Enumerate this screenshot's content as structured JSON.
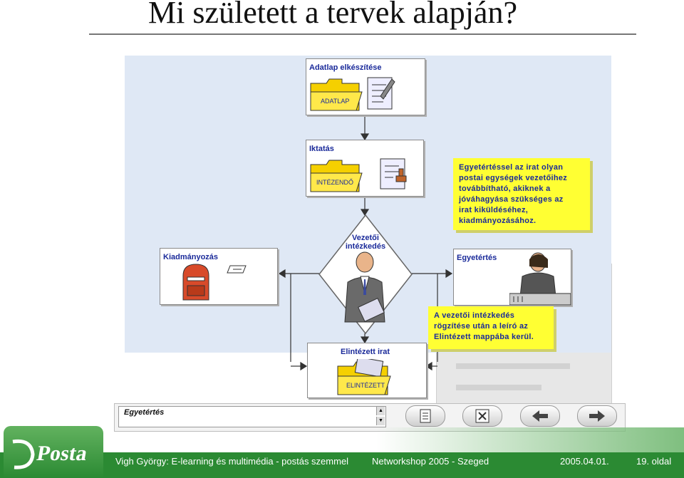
{
  "slide": {
    "title": "Mi született a tervek alapján?"
  },
  "workflow": {
    "adatlap": {
      "title": "Adatlap elkészítése",
      "folder_label": "ADATLAP"
    },
    "iktatas": {
      "title": "Iktatás",
      "folder_label": "INTÉZENDŐ"
    },
    "vezetoi": {
      "label_line1": "Vezetői",
      "label_line2": "intézkedés"
    },
    "kiadmanyozas": {
      "title": "Kiadmányozás"
    },
    "egyetertes": {
      "title": "Egyetértés"
    },
    "elintezett": {
      "title": "Elintézett irat",
      "folder_label": "ELINTÉZETT"
    },
    "note_top": "Egyetértéssel az irat olyan\npostai egységek vezetőihez\ntovábbítható, akiknek a\njóváhagyása szükséges az\nirat kiküldéséhez,\nkiadmányozásához.",
    "note_bottom": "A vezetői intézkedés\nrögzítése után a leíró az\nElintézett mappába kerül."
  },
  "detail": {
    "text": "Egyetértés"
  },
  "nav": {
    "buttons": [
      {
        "name": "document-button",
        "icon": "document-icon"
      },
      {
        "name": "delete-button",
        "icon": "close-box-icon"
      },
      {
        "name": "back-button",
        "icon": "arrow-left-icon"
      },
      {
        "name": "forward-button",
        "icon": "arrow-right-icon"
      }
    ]
  },
  "footer": {
    "logo": "Posta",
    "author": "Vigh György: E-learning és multimédia - postás szemmel",
    "event": "Networkshop 2005 - Szeged",
    "date": "2005.04.01.",
    "page": "19. oldal"
  },
  "colors": {
    "footer_green": "#2b8a33",
    "label_blue": "#1a2a9a",
    "note_yellow": "#ffff33",
    "canvas_blue": "#dfe8f5"
  }
}
